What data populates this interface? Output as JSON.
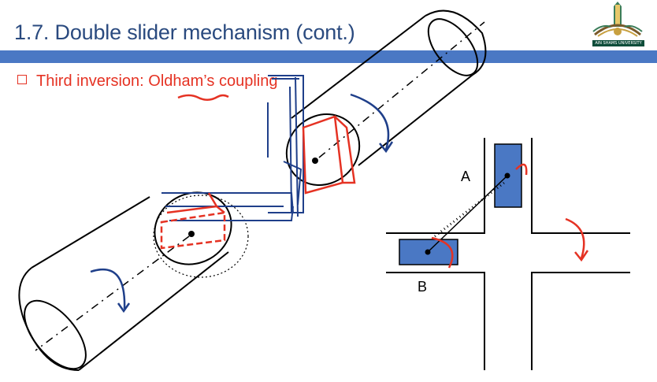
{
  "slide": {
    "title": "1.7. Double slider mechanism (cont.)",
    "bullet": "Third inversion: Oldham’s coupling",
    "logo_caption": "AIN SHAMS UNIVERSITY",
    "labels": {
      "a": "A",
      "b": "B"
    }
  },
  "colors": {
    "title": "#2a4a7f",
    "band": "#4a78c4",
    "bullet": "#e53223",
    "slider_fill": "#4a78c4",
    "annotation_red": "#e53223",
    "annotation_blue": "#1f3f8a"
  },
  "icons": {
    "logo": "university-crest-icon",
    "bullet": "square-bullet-icon",
    "rotation_arrows": "curved-arrow-icon"
  }
}
